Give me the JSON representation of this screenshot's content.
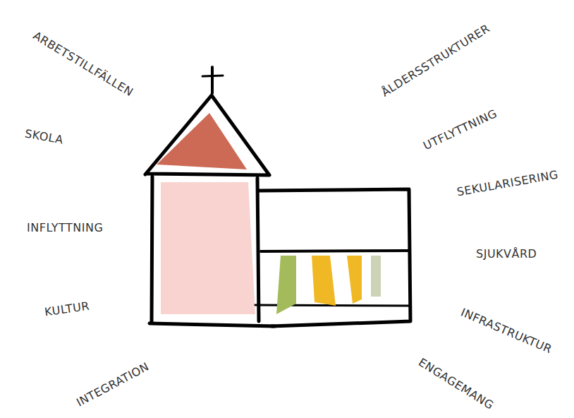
{
  "diagram": {
    "labels": [
      "ARBETSTILLFÄLLEN",
      "ÅLDERSSTRUKTURER",
      "SKOLA",
      "UTFLYTTNING",
      "SEKULARISERING",
      "INFLYTTNING",
      "SJUKVÅRD",
      "KULTUR",
      "INFRASTRUKTUR",
      "INTEGRATION",
      "ENGAGEMANG"
    ]
  }
}
